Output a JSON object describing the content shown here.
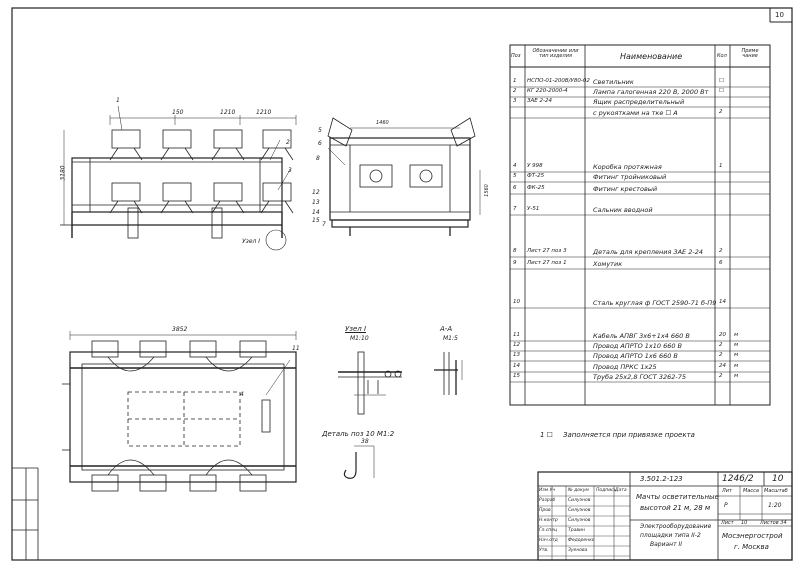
{
  "sheet_number": "10",
  "spec_table": {
    "headers": {
      "pos": "Поз",
      "designation": "Обозначение или тип изделия",
      "name": "Наименование",
      "qty": "Кол",
      "note": "Приме чание"
    },
    "rows": [
      {
        "pos": "1",
        "designation": "НСПО-01-200В/У80-02",
        "name": "Светильник",
        "qty": "☐",
        "note": ""
      },
      {
        "pos": "2",
        "designation": "КГ 220-2000-4",
        "name": "Лампа галогенная 220 В, 2000 Вт",
        "qty": "☐",
        "note": ""
      },
      {
        "pos": "3",
        "designation": "ЗАЕ 2-24",
        "name": "Ящик распределительный",
        "qty": "",
        "note": ""
      },
      {
        "pos": "",
        "designation": "",
        "name": "с рукоятками на тке ☐ А",
        "qty": "2",
        "note": ""
      },
      {
        "pos": "4",
        "designation": "У 998",
        "name": "Коробка протяжная",
        "qty": "1",
        "note": ""
      },
      {
        "pos": "5",
        "designation": "ФТ-25",
        "name": "Фитинг тройниковый",
        "qty": "",
        "note": ""
      },
      {
        "pos": "6",
        "designation": "ФК-25",
        "name": "Фитинг крестовый",
        "qty": "",
        "note": ""
      },
      {
        "pos": "7",
        "designation": "У-51",
        "name": "Сальник вводной",
        "qty": "",
        "note": ""
      },
      {
        "pos": "8",
        "designation": "Лист 27 поз 3",
        "name": "Деталь для крепления ЗАЕ 2-24",
        "qty": "2",
        "note": ""
      },
      {
        "pos": "9",
        "designation": "Лист 27 поз 1",
        "name": "Хомутик",
        "qty": "6",
        "note": ""
      },
      {
        "pos": "10",
        "designation": "",
        "name": "Сталь круглая ф ГОСТ 2590-71  б-П9",
        "qty": "14",
        "note": ""
      },
      {
        "pos": "11",
        "designation": "",
        "name": "Кабель АПВГ 3х6+1х4  660 В",
        "qty": "20",
        "note": "м"
      },
      {
        "pos": "12",
        "designation": "",
        "name": "Провод АПРТО  1х10  660 В",
        "qty": "2",
        "note": "м"
      },
      {
        "pos": "13",
        "designation": "",
        "name": "Провод АПРТО  1х6  660 В",
        "qty": "2",
        "note": "м"
      },
      {
        "pos": "14",
        "designation": "",
        "name": "Провод ПРКС  1х25",
        "qty": "24",
        "note": "м"
      },
      {
        "pos": "15",
        "designation": "",
        "name": "Труба 25х2,8  ГОСТ 3262-75",
        "qty": "2",
        "note": "м"
      }
    ]
  },
  "footnote": {
    "mark": "1 ☐",
    "text": "Заполняется при привязке проекта"
  },
  "views": {
    "top_dims": [
      "150",
      "1210",
      "1210"
    ],
    "left_dim": "3180",
    "node_label": "Узел I",
    "plan_dim": "3852",
    "section_dims": [
      "1460",
      "1560"
    ],
    "node_detail_title": "Узел I",
    "node_detail_scale": "М1:10",
    "section_title": "А-А",
    "section_scale": "М1:5",
    "detail_title": "Деталь поз 10 М1:2",
    "detail_dim": "38",
    "callouts": [
      "1",
      "2",
      "3",
      "5",
      "6",
      "7",
      "8",
      "12",
      "13",
      "14",
      "15",
      "4",
      "11"
    ]
  },
  "title_block": {
    "doc_code": "3.501.2-123",
    "sheet_code": "1246/2",
    "sheet_no": "10",
    "title_lines": [
      "Мачты осветительные",
      "высотой 21 м, 28 м"
    ],
    "subtitle_lines": [
      "Электрооборудование",
      "площадки   типа  II-2",
      "Вариант II"
    ],
    "stage_label": "Лит",
    "stage": "Р",
    "mass_label": "Масса",
    "scale_label": "Масштаб",
    "scale": "1:20",
    "sheet_label": "Лист",
    "sheet_value": "10",
    "sheets_label": "Листов 34",
    "org_lines": [
      "Мосэнергострой",
      "г. Москва"
    ],
    "signers": [
      {
        "role": "Изм Уч",
        "name": "№ докум",
        "sign": "Подпись",
        "date": "Дата"
      },
      {
        "role": "Разраб",
        "name": "Силуэнов",
        "sign": "",
        "date": ""
      },
      {
        "role": "Пров",
        "name": "Силуэнов",
        "sign": "",
        "date": ""
      },
      {
        "role": "Н.контр",
        "name": "Силуэнов",
        "sign": "",
        "date": ""
      },
      {
        "role": "Гл.спец",
        "name": "Травин",
        "sign": "",
        "date": ""
      },
      {
        "role": "Нач.отд",
        "name": "Федоренко",
        "sign": "",
        "date": ""
      },
      {
        "role": "Утв.",
        "name": "Зуенова",
        "sign": "",
        "date": ""
      }
    ]
  }
}
